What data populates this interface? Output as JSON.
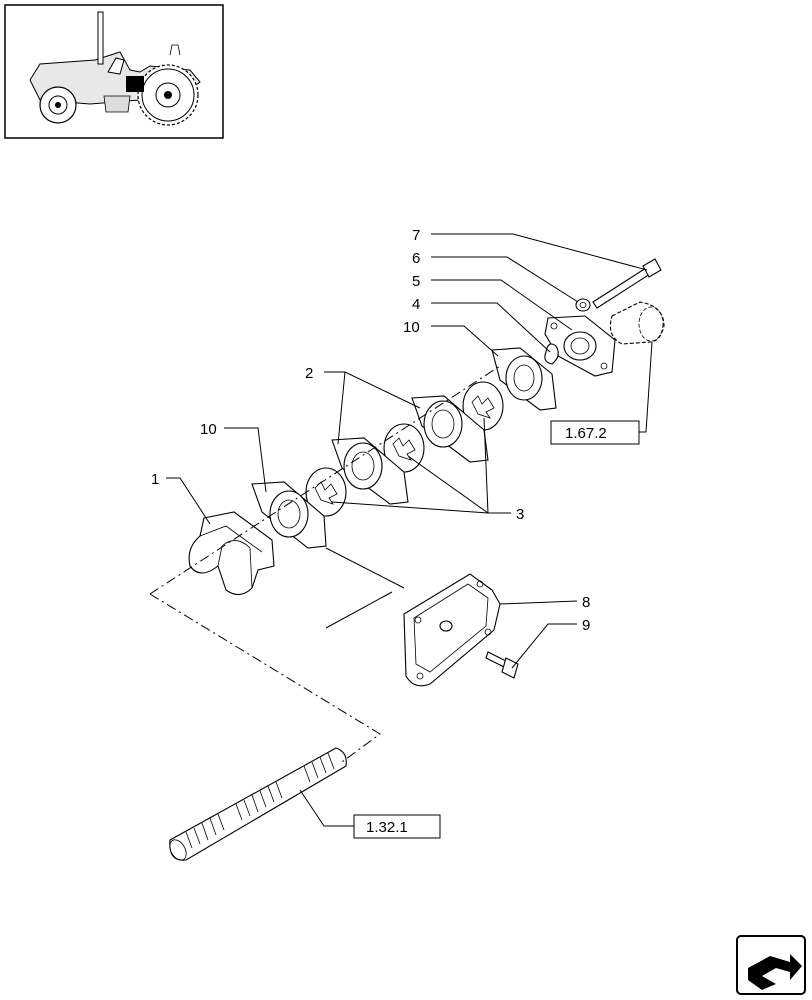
{
  "labels": {
    "l1": "1",
    "l2": "2",
    "l3": "3",
    "l4": "4",
    "l5": "5",
    "l6": "6",
    "l7": "7",
    "l8": "8",
    "l9": "9",
    "l10a": "10",
    "l10b": "10"
  },
  "references": {
    "ref_top": "1.67.2",
    "ref_bottom": "1.32.1"
  },
  "icons": {
    "thumbnail": "tractor-location-thumbnail",
    "nav": "next-page-arrow-icon"
  }
}
